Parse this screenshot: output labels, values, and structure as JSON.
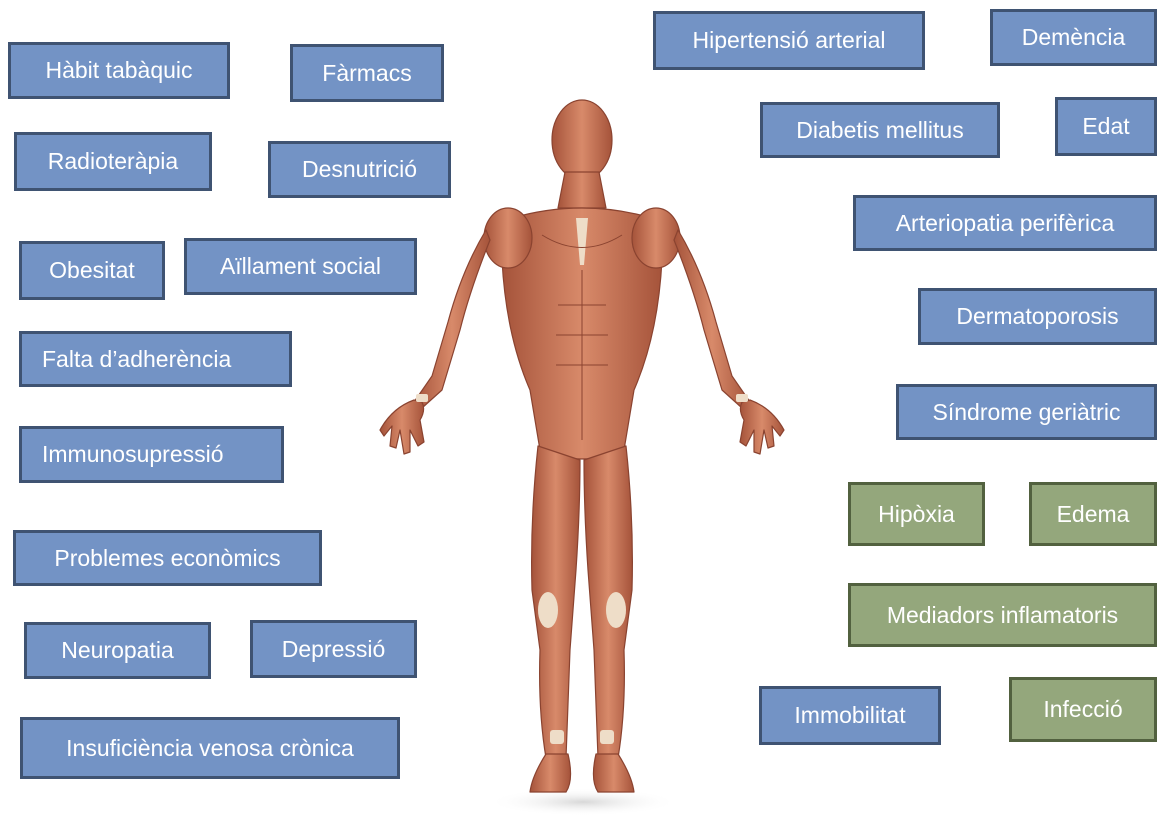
{
  "colors": {
    "blue_box": "#7393c5",
    "blue_border": "#3f5372",
    "green_box": "#94a77c",
    "green_border": "#52613f",
    "muscle": "#c97658"
  },
  "figure": {
    "icon": "human-muscle-anatomy-figure"
  },
  "left_factors": {
    "habit_tabaquic": "Hàbit tabàquic",
    "farmacs": "Fàrmacs",
    "radioterapia": "Radioteràpia",
    "desnutricio": "Desnutrició",
    "obesitat": "Obesitat",
    "aillament_social": "Aïllament social",
    "falta_adherencia": "Falta d’adherència",
    "immunosupressio": "Immunosupressió",
    "problemes_economics": "Problemes econòmics",
    "neuropatia": "Neuropatia",
    "depressio": "Depressió",
    "insuficiencia_venosa": "Insuficiència venosa crònica"
  },
  "right_factors": {
    "hipertensio": "Hipertensió arterial",
    "demencia": "Demència",
    "diabetis": "Diabetis mellitus",
    "edat": "Edat",
    "arteriopatia": "Arteriopatia perifèrica",
    "dermatoporosis": "Dermatoporosis",
    "sindrome_geriatric": "Síndrome geriàtric",
    "immobilitat": "Immobilitat"
  },
  "local_factors": {
    "hipoxia": "Hipòxia",
    "edema": "Edema",
    "mediadors": "Mediadors inflamatoris",
    "infeccio": "Infecció"
  }
}
